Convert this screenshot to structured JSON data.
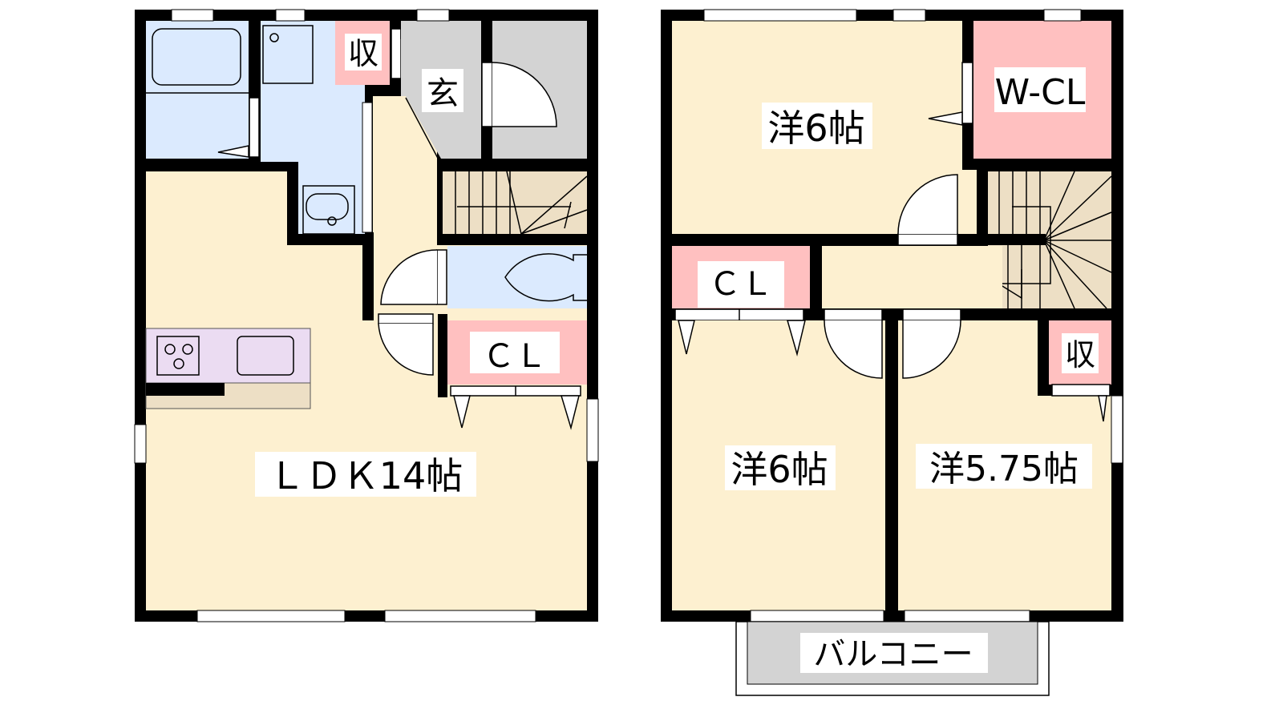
{
  "floor1": {
    "rooms": {
      "ldk": "ＬＤＫ14帖",
      "storage": "収",
      "entrance": "玄",
      "closet": "ＣＬ"
    }
  },
  "floor2": {
    "rooms": {
      "western_top": "洋6帖",
      "walk_in_closet": "W-CL",
      "closet": "ＣＬ",
      "western_left": "洋6帖",
      "western_right": "洋5.75帖",
      "storage": "収",
      "balcony": "バルコニー"
    }
  },
  "colors": {
    "floor": "#fdf0d0",
    "wet": "#dbeafe",
    "storage": "#ffc0c0",
    "entrance": "#d3d3d3",
    "stairs": "#eddfc5",
    "kitchen": "#ebdcf2",
    "wall": "#000000"
  }
}
